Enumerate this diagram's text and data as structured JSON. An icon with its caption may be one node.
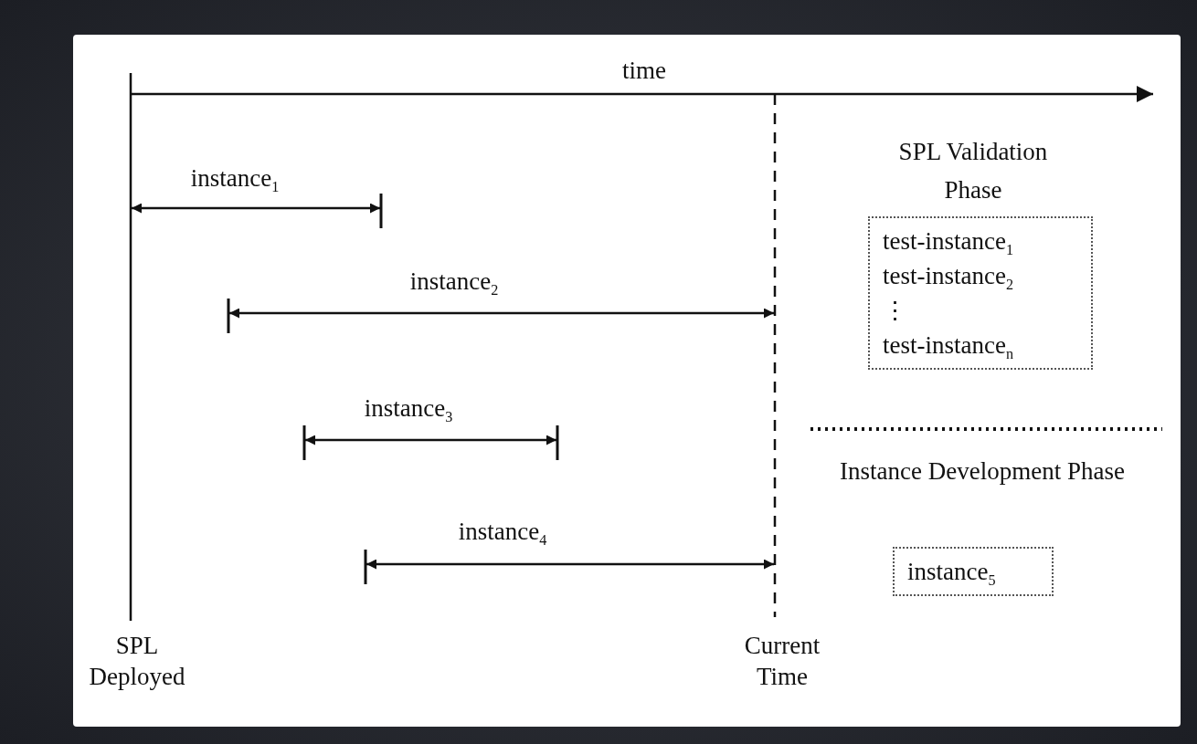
{
  "diagram": {
    "nodes": [
      {
        "text": [
          "SPL Validation Phase",
          "test-instance$_{1}$",
          "test-instance$_{2}$",
          "⋮",
          "test-instance$_{n}$"
        ]
      },
      {
        "text": [
          "Instance Development Phase",
          "instance$_{5}$"
        ]
      }
    ],
    "labels": [
      "time",
      "instance$_{1}$",
      "instance$_{2}$",
      "instance$_{3}$",
      "instance$_{4}$",
      "SPL Deployed",
      "Current Time"
    ]
  }
}
